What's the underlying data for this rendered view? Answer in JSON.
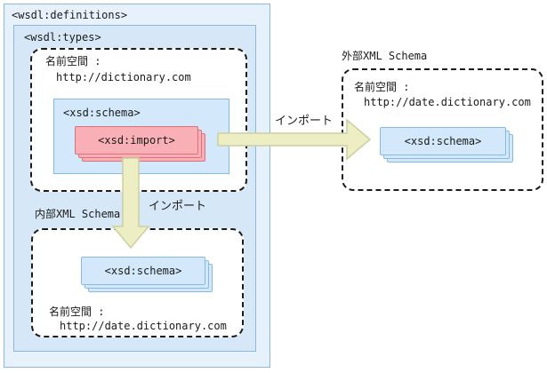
{
  "colors": {
    "box-border-blue": "#8cb8de",
    "definitions-fill": "#e7f1fb",
    "types-fill": "#d6e8f7",
    "sheet-blue-fill": "#d3e8fa",
    "sheet-blue-border": "#86b9e8",
    "sheet-pink-fill": "#f9afb6",
    "sheet-pink-border": "#e0707a",
    "arrow-fill": "#edeec3",
    "arrow-border": "#cbd09c",
    "dash-border": "#1c1c1c",
    "text": "#1b1b1b"
  },
  "wsdl": {
    "definitions_label": "<wsdl:definitions>",
    "types_label": "<wsdl:types>"
  },
  "main_schema": {
    "namespace_label": "名前空間 :",
    "namespace_value": "http://dictionary.com",
    "schema_tag": "<xsd:schema>",
    "import_tag": "<xsd:import>"
  },
  "internal_schema": {
    "title": "内部XML Schema",
    "schema_tag": "<xsd:schema>",
    "namespace_label": "名前空間 :",
    "namespace_value": "http://date.dictionary.com"
  },
  "external_schema": {
    "title": "外部XML Schema",
    "namespace_label": "名前空間 :",
    "namespace_value": "http://date.dictionary.com",
    "schema_tag": "<xsd:schema>"
  },
  "arrows": {
    "right_label": "インポート",
    "down_label": "インポート"
  }
}
